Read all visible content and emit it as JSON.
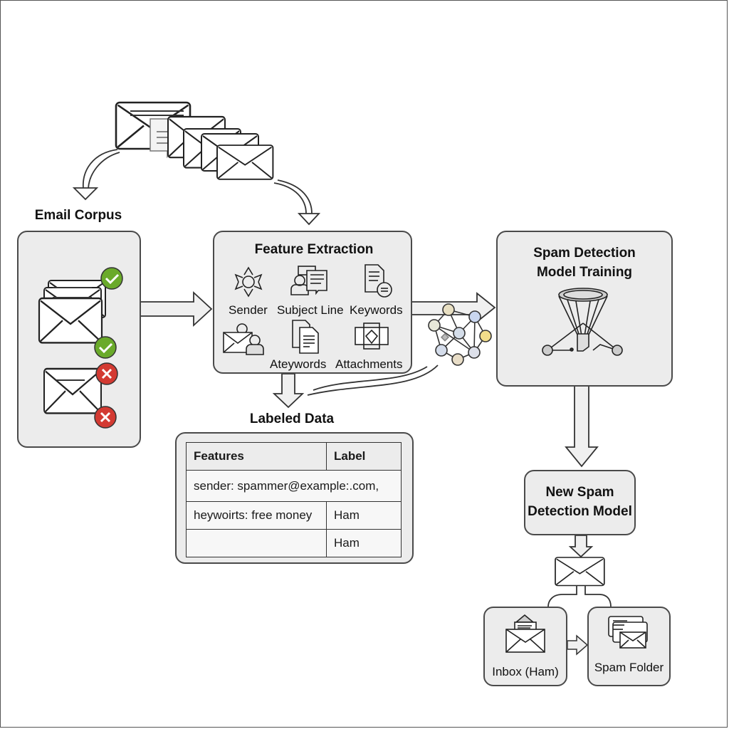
{
  "diagram": {
    "email_corpus": {
      "title": "Email Corpus",
      "status_icons": [
        "check-icon",
        "check-icon",
        "x-icon",
        "x-icon"
      ],
      "colors": {
        "ham": "#6aaa2a",
        "spam": "#d33a32"
      }
    },
    "feature_extraction": {
      "title": "Feature Extraction",
      "features": [
        {
          "label": "Sender",
          "icon": "flower-icon"
        },
        {
          "label": "Subject Line",
          "icon": "person-document-icon"
        },
        {
          "label": "Keywords",
          "icon": "document-search-icon"
        },
        {
          "label": "",
          "icon": "email-people-icon"
        },
        {
          "label": "Ateywords",
          "icon": "documents-icon"
        },
        {
          "label": "Attachments",
          "icon": "attachment-monitor-icon"
        }
      ]
    },
    "labeled_data": {
      "title": "Labeled Data",
      "columns": [
        "Features",
        "Label"
      ],
      "rows": [
        [
          "sender: spammer@example:.com,",
          ""
        ],
        [
          "heywoirts: free money",
          "Ham"
        ],
        [
          "",
          "Ham"
        ]
      ]
    },
    "model_training": {
      "title_line1": "Spam Detection",
      "title_line2": "Model Training",
      "icon": "funnel-network-icon"
    },
    "new_model": {
      "title_line1": "New Spam",
      "title_line2": "Detection Model"
    },
    "inbox": {
      "label": "Inbox (Ham)",
      "icon": "open-envelope-icon"
    },
    "spam_folder": {
      "label": "Spam Folder",
      "icon": "spam-folder-icon"
    }
  }
}
